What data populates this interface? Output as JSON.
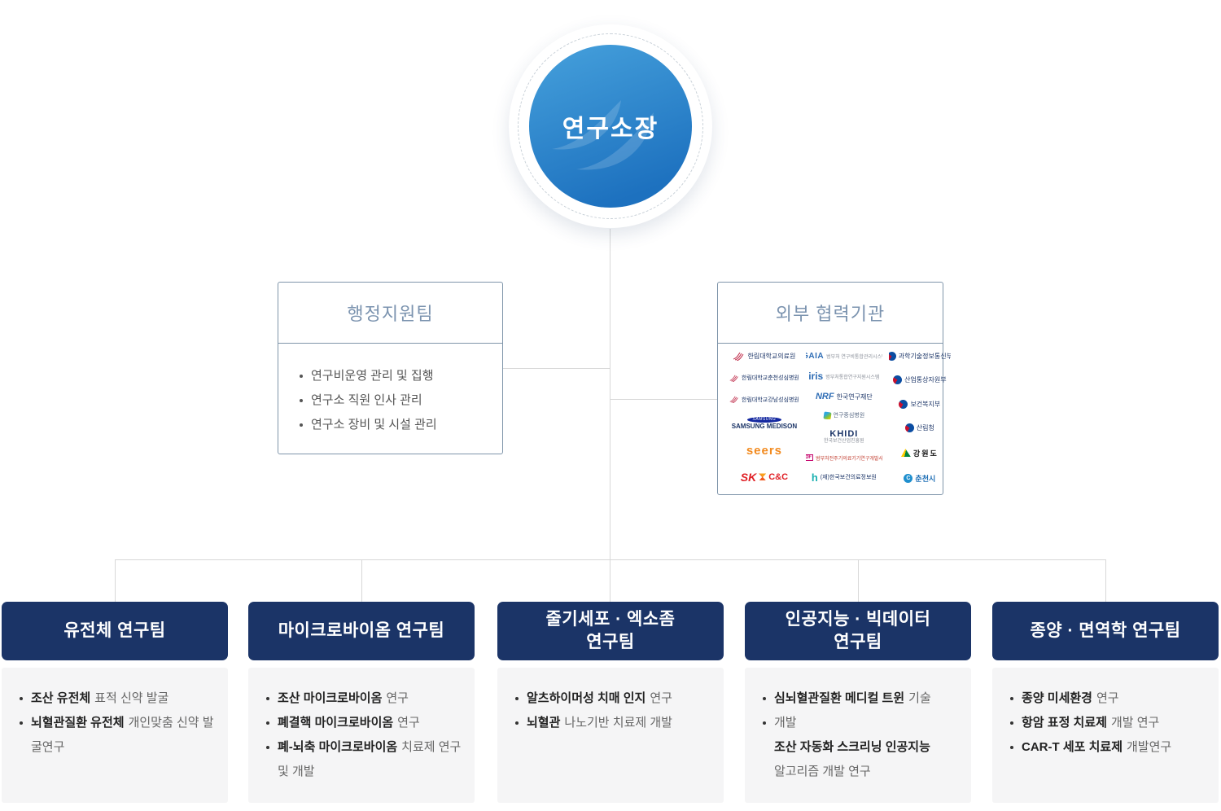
{
  "root": {
    "title": "연구소장"
  },
  "admin_team": {
    "title": "행정지원팀",
    "items": [
      "연구비운영 관리 및 집행",
      "연구소 직원 인사 관리",
      "연구소 장비 및 시설 관리"
    ]
  },
  "partners": {
    "title": "외부 협력기관",
    "col1": [
      {
        "label": "한림대학교의료원"
      },
      {
        "label": "한림대학교춘천성심병원"
      },
      {
        "label": "한림대학교강남성심병원"
      },
      {
        "mark": "SAMSUNG",
        "label": "SAMSUNG MEDISON"
      },
      {
        "mark": "seers",
        "label": ""
      },
      {
        "mark": "SK",
        "label": "C&C"
      }
    ],
    "col2": [
      {
        "mark": "GAIA",
        "label": "범부처 연구비통합관리시스템"
      },
      {
        "mark": "iris",
        "label": "범부처통합연구지원시스템"
      },
      {
        "mark": "NRF",
        "label": "한국연구재단"
      },
      {
        "label": "연구중심병원"
      },
      {
        "mark": "KHIDI",
        "label": "한국보건산업진흥원"
      },
      {
        "mark": "KMDF",
        "label": "범부처전주기의료기기연구개발사업단"
      },
      {
        "mark": "h",
        "label": "(재)한국보건의료정보원"
      }
    ],
    "col3": [
      {
        "label": "과학기술정보통신부"
      },
      {
        "label": "산업통상자원부"
      },
      {
        "label": "보건복지부"
      },
      {
        "label": "산림청"
      },
      {
        "label": "강원도"
      },
      {
        "mark": "C",
        "label": "춘천시"
      }
    ]
  },
  "teams": [
    {
      "title_line1": "유전체 연구팀",
      "title_line2": "",
      "items": [
        {
          "bold": "조산 유전체",
          "rest": "표적 신약 발굴"
        },
        {
          "bold": "뇌혈관질환 유전체",
          "rest": "개인맞춤 신약 발굴연구"
        }
      ]
    },
    {
      "title_line1": "마이크로바이옴 연구팀",
      "title_line2": "",
      "items": [
        {
          "bold": "조산 마이크로바이옴",
          "rest": "연구"
        },
        {
          "bold": "폐결핵 마이크로바이옴",
          "rest": "연구"
        },
        {
          "bold": "폐-뇌축 마이크로바이옴",
          "rest": "치료제 연구및 개발"
        }
      ]
    },
    {
      "title_line1": "줄기세포 · 엑소좀",
      "title_line2": "연구팀",
      "items": [
        {
          "bold": "알츠하이머성 치매 인지",
          "rest": "연구"
        },
        {
          "bold": "뇌혈관",
          "rest": "나노기반 치료제 개발"
        }
      ]
    },
    {
      "title_line1": "인공지능 · 빅데이터",
      "title_line2": "연구팀",
      "items": [
        {
          "bold": "심뇌혈관질환 메디컬 트윈",
          "rest": "기술"
        },
        {
          "bold": "",
          "rest": "개발"
        },
        {
          "bold": "조산 자동화 스크리닝 인공지능",
          "rest": ""
        },
        {
          "bold": "",
          "rest": "알고리즘 개발 연구"
        }
      ]
    },
    {
      "title_line1": "종양 · 면역학 연구팀",
      "title_line2": "",
      "items": [
        {
          "bold": "종양 미세환경",
          "rest": "연구"
        },
        {
          "bold": "항암 표정 치료제",
          "rest": "개발 연구"
        },
        {
          "bold": "CAR-T 세포 치료제",
          "rest": "개발연구"
        }
      ]
    }
  ],
  "colors": {
    "navy": "#1b3467",
    "circle_top": "#46a1dc",
    "circle_bottom": "#1d71bf",
    "mid_border": "#7f95aa",
    "mid_title": "#7b93af",
    "connector": "#d8d8d8",
    "body_bg": "#f5f5f6",
    "text_bold": "#222222",
    "text_regular": "#666666",
    "bullet_gray": "#555555",
    "hallym_red": "#c43b57",
    "gov_blue": "#0b4da2",
    "gov_red": "#c8102e",
    "brand_blue": "#2f6db5",
    "samsung_blue": "#1428a0",
    "seers_orange": "#f28a1e",
    "sk_red": "#e02026",
    "kmdf_magenta": "#c4006a",
    "teal": "#19b0b0",
    "gangwon_green": "#00833e",
    "gangwon_yellow": "#ffcc00",
    "chuncheon_blue": "#1f8fce"
  }
}
